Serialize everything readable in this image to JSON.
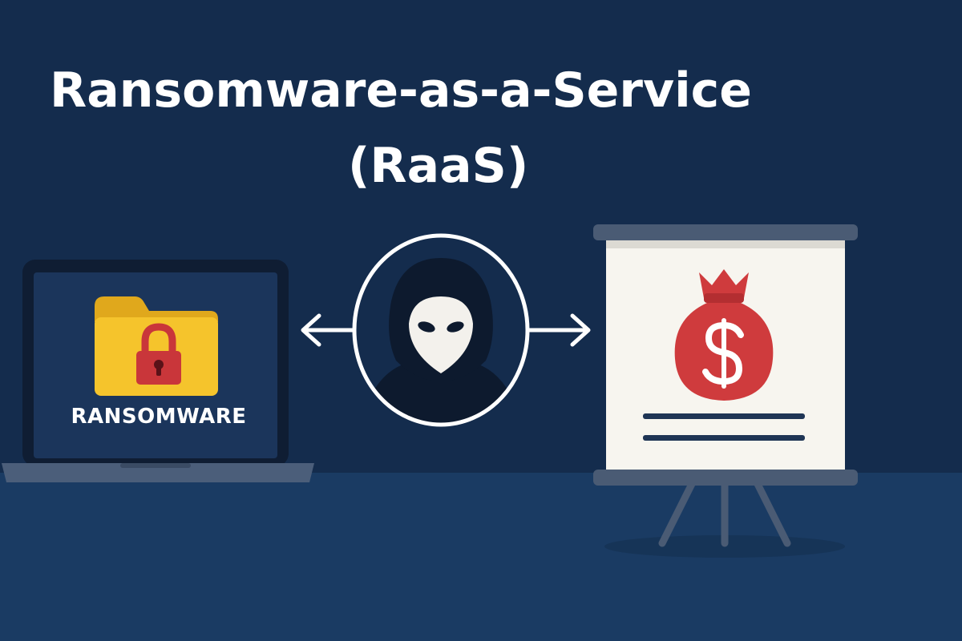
{
  "title": {
    "line1": "Ransomware-as-a-Service",
    "line2": "(RaaS)"
  },
  "laptop": {
    "label": "RANSOMWARE",
    "icons": [
      "folder-icon",
      "padlock-icon"
    ]
  },
  "center": {
    "icons": [
      "hooded-hacker-icon",
      "arrow-left-icon",
      "arrow-right-icon"
    ]
  },
  "board": {
    "icons": [
      "money-bag-icon",
      "dollar-sign-icon",
      "text-lines-icon"
    ]
  },
  "colors": {
    "background": "#142c4d",
    "floor": "#1a3b63",
    "folder": "#f5c42c",
    "folder_tab": "#e0a81c",
    "lock": "#c9363a",
    "money_bag": "#cf3b3d",
    "board_surface": "#f7f5ef",
    "board_frame": "#4a5b74",
    "text": "#ffffff"
  }
}
